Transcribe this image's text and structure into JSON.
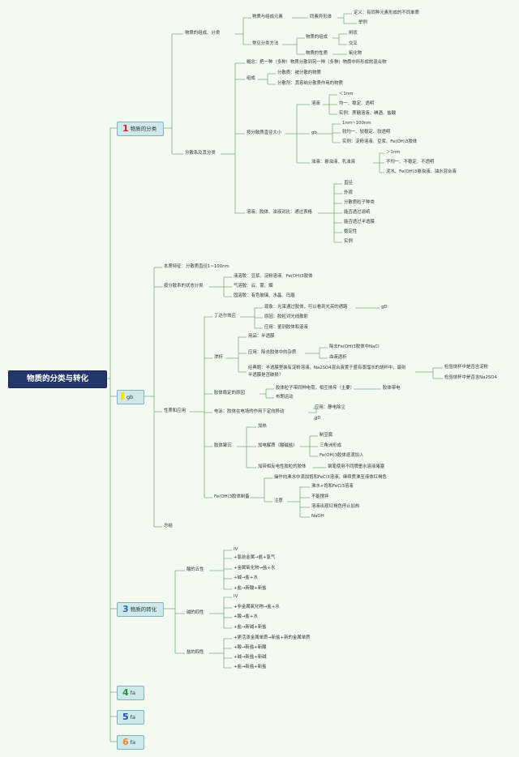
{
  "root": "物质的分类与转化",
  "colors": {
    "root": "#23356b",
    "branch": "#cfe8ea",
    "line": "#7ab07a",
    "n1": "#d61f2c",
    "n2": "#efe600",
    "n3": "#1f78b4",
    "n4": "#2a9a3a",
    "n5": "#1d4fa0",
    "n6": "#f08a1c"
  },
  "main": {
    "b1": {
      "num": "1",
      "label": "物质的分类"
    },
    "b2": {
      "num": "",
      "label": "gb"
    },
    "b3": {
      "num": "3",
      "label": "物质的转化"
    },
    "b4": {
      "num": "4",
      "label": "fa"
    },
    "b5": {
      "num": "5",
      "label": "fa"
    },
    "b6": {
      "num": "6",
      "label": "fa"
    }
  },
  "s1": {
    "composition": "物质的组成、分类",
    "elements": "物质与组成元素",
    "allotrope": "同素异形体",
    "definition": "定义：有同种元素形成的不同单质",
    "example": "举例",
    "common_methods": "常见分类方法",
    "composition_of_matter": "物质的组成",
    "tree": "树状",
    "cross": "交叉",
    "properties": "物质的性质",
    "oxide": "氧化物",
    "dispersion": "分散系及其分类",
    "concept": "概念：把一种（多种）物质分散到另一种（多种）物质中所形成的混合物",
    "composition2": "组成",
    "dispersed": "分散质：被分散的物质",
    "dispersant": "分散剂：其容纳分散质作用的物质",
    "by_size": "按分散质直径大小",
    "solution": "溶液",
    "lt1": "＜1nm",
    "sol_props": "均一、稳定、透明",
    "sol_ex": "实例：蔗糖溶液、碘酒、盐酸",
    "gb": "gb",
    "range": "1nm~100nm",
    "gb_props": "较均一、较稳定、较透明",
    "gb_ex": "实例：淀粉溶液、豆浆、Fe(OH)3胶体",
    "turbid": "浊液：悬浊液、乳浊液",
    "gt100": "＞1nm",
    "tur_props": "不均一、不稳定、不透明",
    "tur_ex": "泥水、Fe(OH)3悬浊液、油水混合液",
    "compare": "溶液、胶体、浊液对比：通过表格",
    "c1": "直径",
    "c2": "外观",
    "c3": "分散质粒子种类",
    "c4": "能否透过滤纸",
    "c5": "能否透过半透膜",
    "c6": "稳定性",
    "c7": "实例"
  },
  "s2": {
    "essence": "本质特征：分散质直径1~100nm",
    "by_state": "按分散系的状态分类",
    "liquid": "液溶胶：豆浆、淀粉溶液、Fe(OH)3胶体",
    "gas": "气溶胶：云、雾、烟",
    "solid": "固溶胶：有色玻璃、水晶、玛瑙",
    "nature": "性质和应用",
    "tyndall": "丁达尔效应",
    "phenomenon": "现象：光束通过胶体，可以看到光亮的通路",
    "gD": "gD",
    "cause": "原因：胶粒对光线散射",
    "use": "应用：鉴别胶体和溶液",
    "dialysis": "渗析",
    "material": "用品：半透膜",
    "app": "应用：除去胶体中的杂质",
    "app1": "除去Fe(OH)3胶体中NaCl",
    "app2": "血液透析",
    "classic": "经典题：半透膜里装有淀粉溶液，Na2SO4混合液置于盛有蒸馏水的烧杯中，最则",
    "classic2": "半透膜是否破损？",
    "check1": "检验烧杯中是否含淀粉",
    "check2": "检验烧杯中是否含Na2SO4",
    "stable": "胶体稳定的原因",
    "same_charge": "胶体粒子带同种电荷，相互排斥（主要）",
    "charged": "胶体带电",
    "brownian": "布朗运动",
    "electro": "电泳：胶体在电场的作用下定向移动",
    "electro_use": "应用：静电除尘",
    "gD2": "gD",
    "coag": "胶体聚沉",
    "heat": "加热",
    "add_elec": "加电解质（酸碱盐）",
    "tofu": "制豆腐",
    "delta": "三角洲形成",
    "feoh": "Fe(OH)3胶体逐滴加入",
    "opposite": "加带相反电性胶粒的胶体",
    "ink": "钢笔使用不同牌墨水溶液堵塞",
    "prep": "Fe(OH)3胶体制备",
    "op": "操作向沸水中滴加饱和FeCl3溶液，继续煮沸至液体红褐色",
    "notice": "注意",
    "n1": "沸水+饱和FeCl3溶液",
    "n2": "不能搅拌",
    "n3": "溶液出现红褐色停止加热",
    "n4": "NaOH",
    "summary": "总结"
  },
  "s3": {
    "acid": "酸的五性",
    "a0": "IV",
    "a1": "+氢前金属→盐+氢气",
    "a2": "+金属氧化物→盐+水",
    "a3": "+碱→盐+水",
    "a4": "+盐→新酸+新盐",
    "base": "碱的四性",
    "b0": "IV",
    "b1": "+非金属氧化物→盐+水",
    "b2": "+酸→盐+水",
    "b3": "+盐→新碱+新盐",
    "salt": "盐的四性",
    "c1": "+更活泼金属单质→新盐+新的金属单质",
    "c2": "+酸→新盐+新酸",
    "c3": "+碱→新盐+新碱",
    "c4": "+盐→新盐+新盐"
  }
}
